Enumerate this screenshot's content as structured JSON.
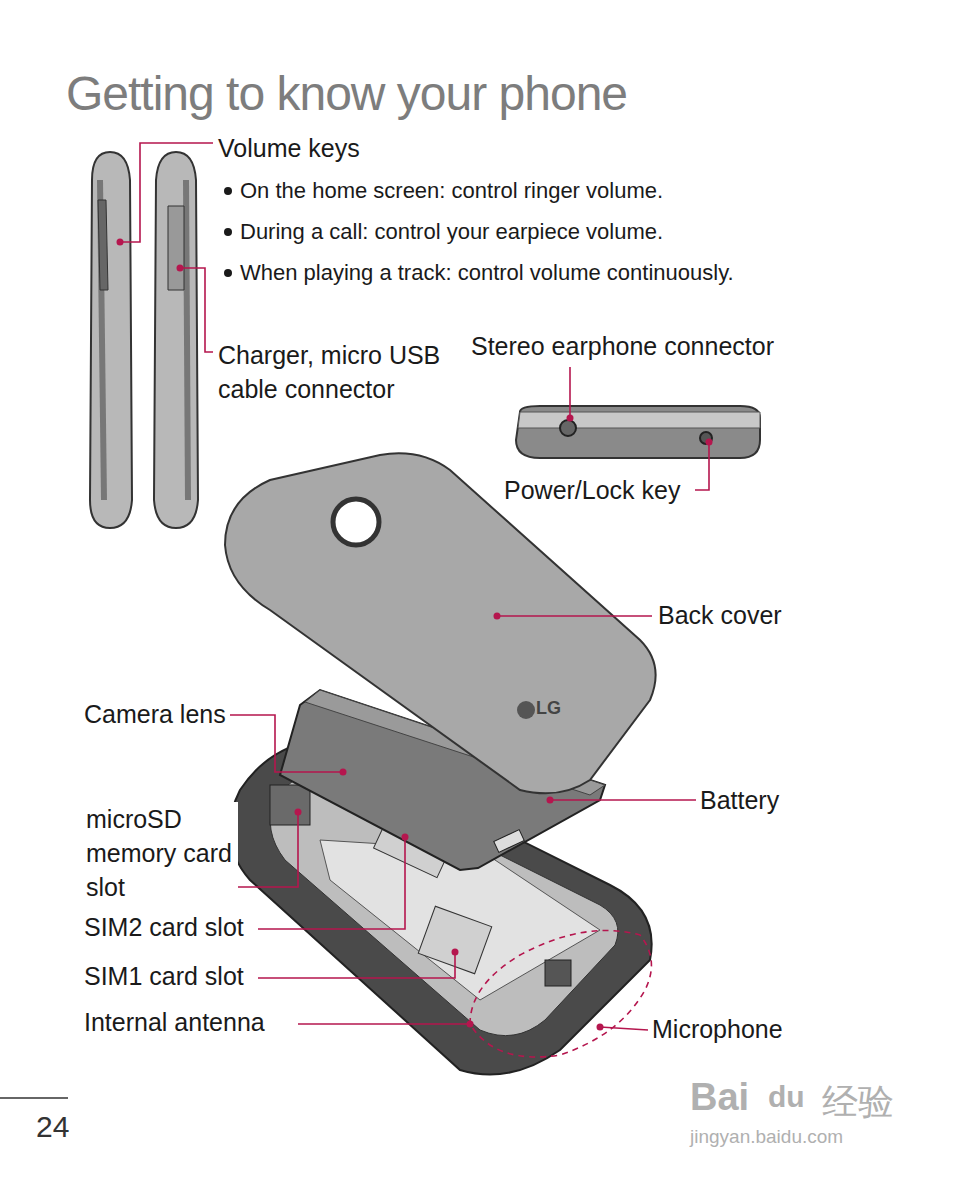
{
  "diagram": {
    "title": "Getting to know your phone",
    "labels": [
      "Volume keys",
      "On the home screen: control ringer volume.",
      "During a call: control your earpiece volume.",
      "When playing a track: control volume continuously.",
      "Charger, micro USB cable connector",
      "Stereo earphone connector",
      "Power/Lock key",
      "Back cover",
      "LG",
      "Camera lens",
      "Battery",
      "microSD memory card slot",
      "SIM2 card slot",
      "SIM1 card slot",
      "Internal antenna",
      "Microphone",
      "24",
      "Bai",
      "du",
      "经验",
      "jingyan.baidu.com"
    ]
  }
}
